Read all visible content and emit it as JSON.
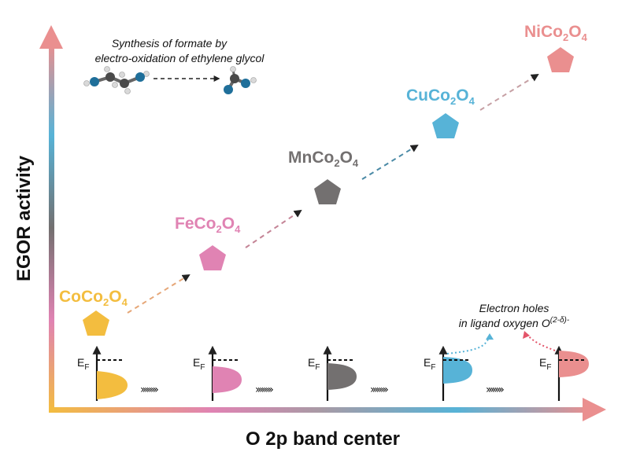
{
  "axes": {
    "x_title": "O 2p band center",
    "y_title": "EGOR activity"
  },
  "synthesis": {
    "line1": "Synthesis of formate by",
    "line2": "electro-oxidation of ethylene glycol"
  },
  "holes_note": {
    "line1": "Electron holes",
    "line2_prefix": "in ligand oxygen O",
    "line2_sup": "(2-δ)-"
  },
  "catalysts": [
    {
      "prefix": "CoCo",
      "sub1": "2",
      "mid": "O",
      "sub2": "4",
      "color": "#f3bd3f"
    },
    {
      "prefix": "FeCo",
      "sub1": "2",
      "mid": "O",
      "sub2": "4",
      "color": "#e083b3"
    },
    {
      "prefix": "MnCo",
      "sub1": "2",
      "mid": "O",
      "sub2": "4",
      "color": "#737070"
    },
    {
      "prefix": "CuCo",
      "sub1": "2",
      "mid": "O",
      "sub2": "4",
      "color": "#57b3d7"
    },
    {
      "prefix": "NiCo",
      "sub1": "2",
      "mid": "O",
      "sub2": "4",
      "color": "#ea8f8f"
    }
  ],
  "band_diagrams": [
    {
      "ef_main": "E",
      "ef_sub": "F",
      "color": "#f3bd3f"
    },
    {
      "ef_main": "E",
      "ef_sub": "F",
      "color": "#e083b3"
    },
    {
      "ef_main": "E",
      "ef_sub": "F",
      "color": "#737070"
    },
    {
      "ef_main": "E",
      "ef_sub": "F",
      "color": "#57b3d7"
    },
    {
      "ef_main": "E",
      "ef_sub": "F",
      "color": "#ea8f8f"
    }
  ],
  "molecule_colors": {
    "carbon": "#4a4a4a",
    "oxygen": "#1f6f9a",
    "hydrogen": "#d9d9d9"
  }
}
